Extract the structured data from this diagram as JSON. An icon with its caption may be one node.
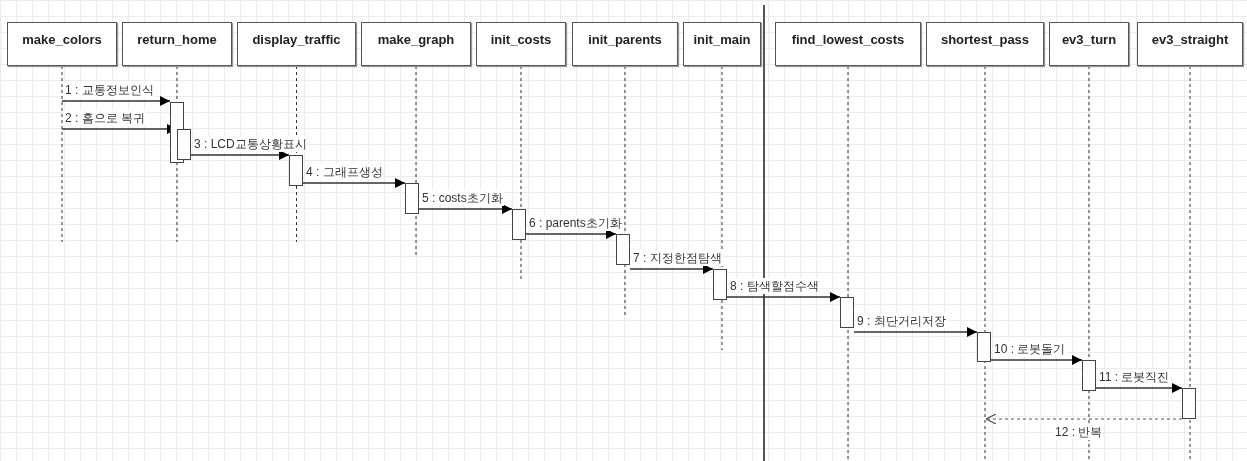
{
  "diagram": {
    "nodes": [
      {
        "text": [
          "make_colors"
        ]
      },
      {
        "text": [
          "return_home"
        ]
      },
      {
        "text": [
          "display_traffic"
        ]
      },
      {
        "text": [
          "make_graph"
        ]
      },
      {
        "text": [
          "init_costs"
        ]
      },
      {
        "text": [
          "init_parents"
        ]
      },
      {
        "text": [
          "init_main"
        ]
      },
      {
        "text": [
          "find_lowest_costs"
        ]
      },
      {
        "text": [
          "shortest_pass"
        ]
      },
      {
        "text": [
          "ev3_turn"
        ]
      },
      {
        "text": [
          "ev3_straight"
        ]
      },
      {
        "text": [],
        "shape": "bar"
      },
      {
        "text": [],
        "shape": "bar"
      },
      {
        "text": [],
        "shape": "bar"
      },
      {
        "text": [],
        "shape": "bar"
      },
      {
        "text": [],
        "shape": "bar"
      },
      {
        "text": [],
        "shape": "bar"
      },
      {
        "text": [],
        "shape": "bar"
      },
      {
        "text": [],
        "shape": "bar"
      },
      {
        "text": [],
        "shape": "bar"
      },
      {
        "text": [],
        "shape": "bar"
      },
      {
        "text": [],
        "shape": "bar"
      }
    ],
    "edges": [
      {
        "from": 0,
        "to": 11,
        "arrow": "to",
        "label": "1 : 교통정보인식"
      },
      {
        "from": 0,
        "to": 12,
        "arrow": "to",
        "label": "2 : 홈으로 복귀"
      },
      {
        "from": 12,
        "to": 13,
        "arrow": "to",
        "label": "3 : LCD교통상황표시"
      },
      {
        "from": 13,
        "to": 14,
        "arrow": "to",
        "label": "4 : 그래프생성"
      },
      {
        "from": 14,
        "to": 15,
        "arrow": "to",
        "label": "5 : costs초기화"
      },
      {
        "from": 15,
        "to": 16,
        "arrow": "to",
        "label": "6 : parents초기화"
      },
      {
        "from": 16,
        "to": 17,
        "arrow": "to",
        "label": "7 : 지정한점탐색"
      },
      {
        "from": 17,
        "to": 18,
        "arrow": "to",
        "label": "8 : 탐색할점수색"
      },
      {
        "from": 18,
        "to": 19,
        "arrow": "to",
        "label": "9 : 최단거리저장"
      },
      {
        "from": 19,
        "to": 20,
        "arrow": "to",
        "label": "10 : 로봇돌기"
      },
      {
        "from": 20,
        "to": 21,
        "arrow": "to",
        "label": "11 : 로봇직진"
      },
      {
        "from": 21,
        "to": null,
        "arrow": "to",
        "label": "12 : 반복",
        "style": "dashed"
      }
    ]
  }
}
